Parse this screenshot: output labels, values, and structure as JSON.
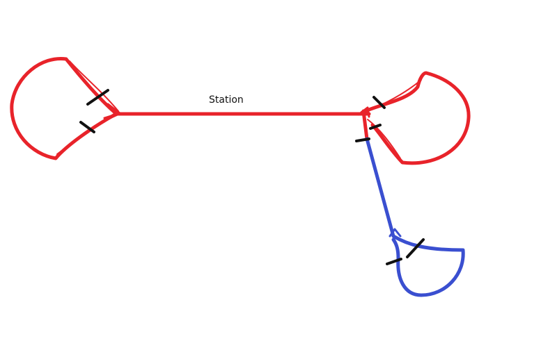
{
  "diagram": {
    "station_label": "Station",
    "colors": {
      "red_line": "#e8232a",
      "blue_line": "#3a4fd0",
      "tick_marks": "#111111",
      "background": "#ffffff"
    },
    "elements": {
      "left_loop": "red",
      "main_line": "red",
      "right_loop": "red",
      "branch_line": "blue",
      "bottom_loop": "blue"
    }
  }
}
